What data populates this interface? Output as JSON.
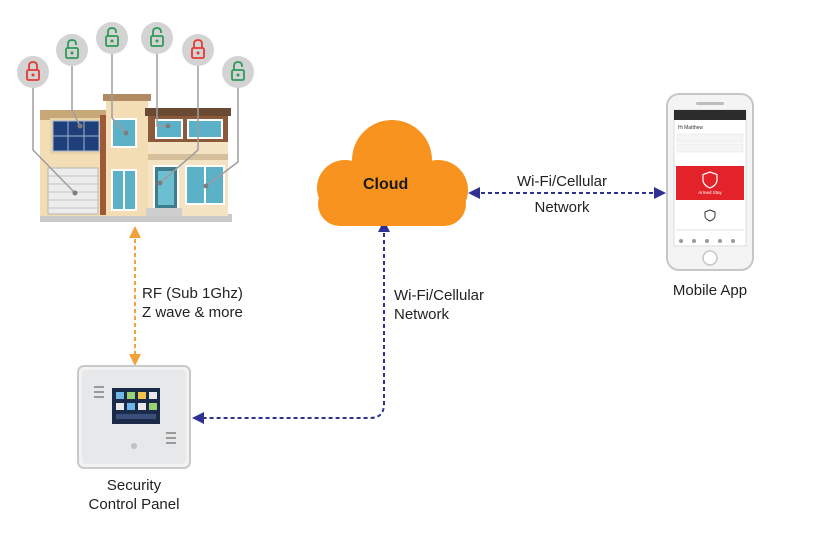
{
  "labels": {
    "rf_line1": "RF (Sub 1Ghz)",
    "rf_line2": "Z wave & more",
    "wifi_vertical_line1": "Wi-Fi/Cellular",
    "wifi_vertical_line2": "Network",
    "wifi_horizontal_line1": "Wi-Fi/Cellular",
    "wifi_horizontal_line2": "Network",
    "cloud": "Cloud",
    "mobile_app": "Mobile App",
    "panel_line1": "Security",
    "panel_line2": "Control Panel"
  },
  "phone_screen": {
    "greeting": "Hi Matthew",
    "status_button": "Armed Stay"
  },
  "lock_states": [
    "locked",
    "unlocked",
    "unlocked",
    "unlocked",
    "locked",
    "unlocked"
  ],
  "colors": {
    "cloud": "#f7931e",
    "rf_link": "#f3a23a",
    "network_link": "#2e3192",
    "lock_locked": "#e53935",
    "lock_unlocked": "#2e9b57",
    "lock_bubble": "#d3d3d3",
    "app_alert": "#e32229"
  }
}
